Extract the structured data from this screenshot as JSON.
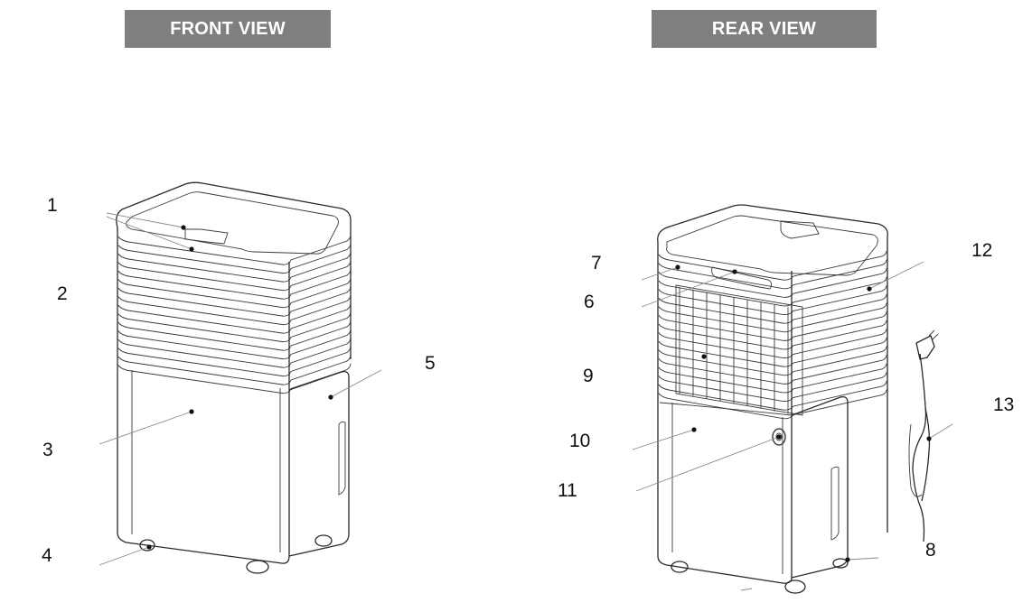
{
  "banners": {
    "front": "FRONT VIEW",
    "rear": "REAR VIEW"
  },
  "callouts": [
    "1",
    "2",
    "3",
    "4",
    "5",
    "6",
    "7",
    "8",
    "9",
    "10",
    "11",
    "12",
    "13"
  ],
  "colors": {
    "banner_bg": "#7f7f7f",
    "banner_text": "#ffffff",
    "line_art": "#2a2a2a"
  }
}
